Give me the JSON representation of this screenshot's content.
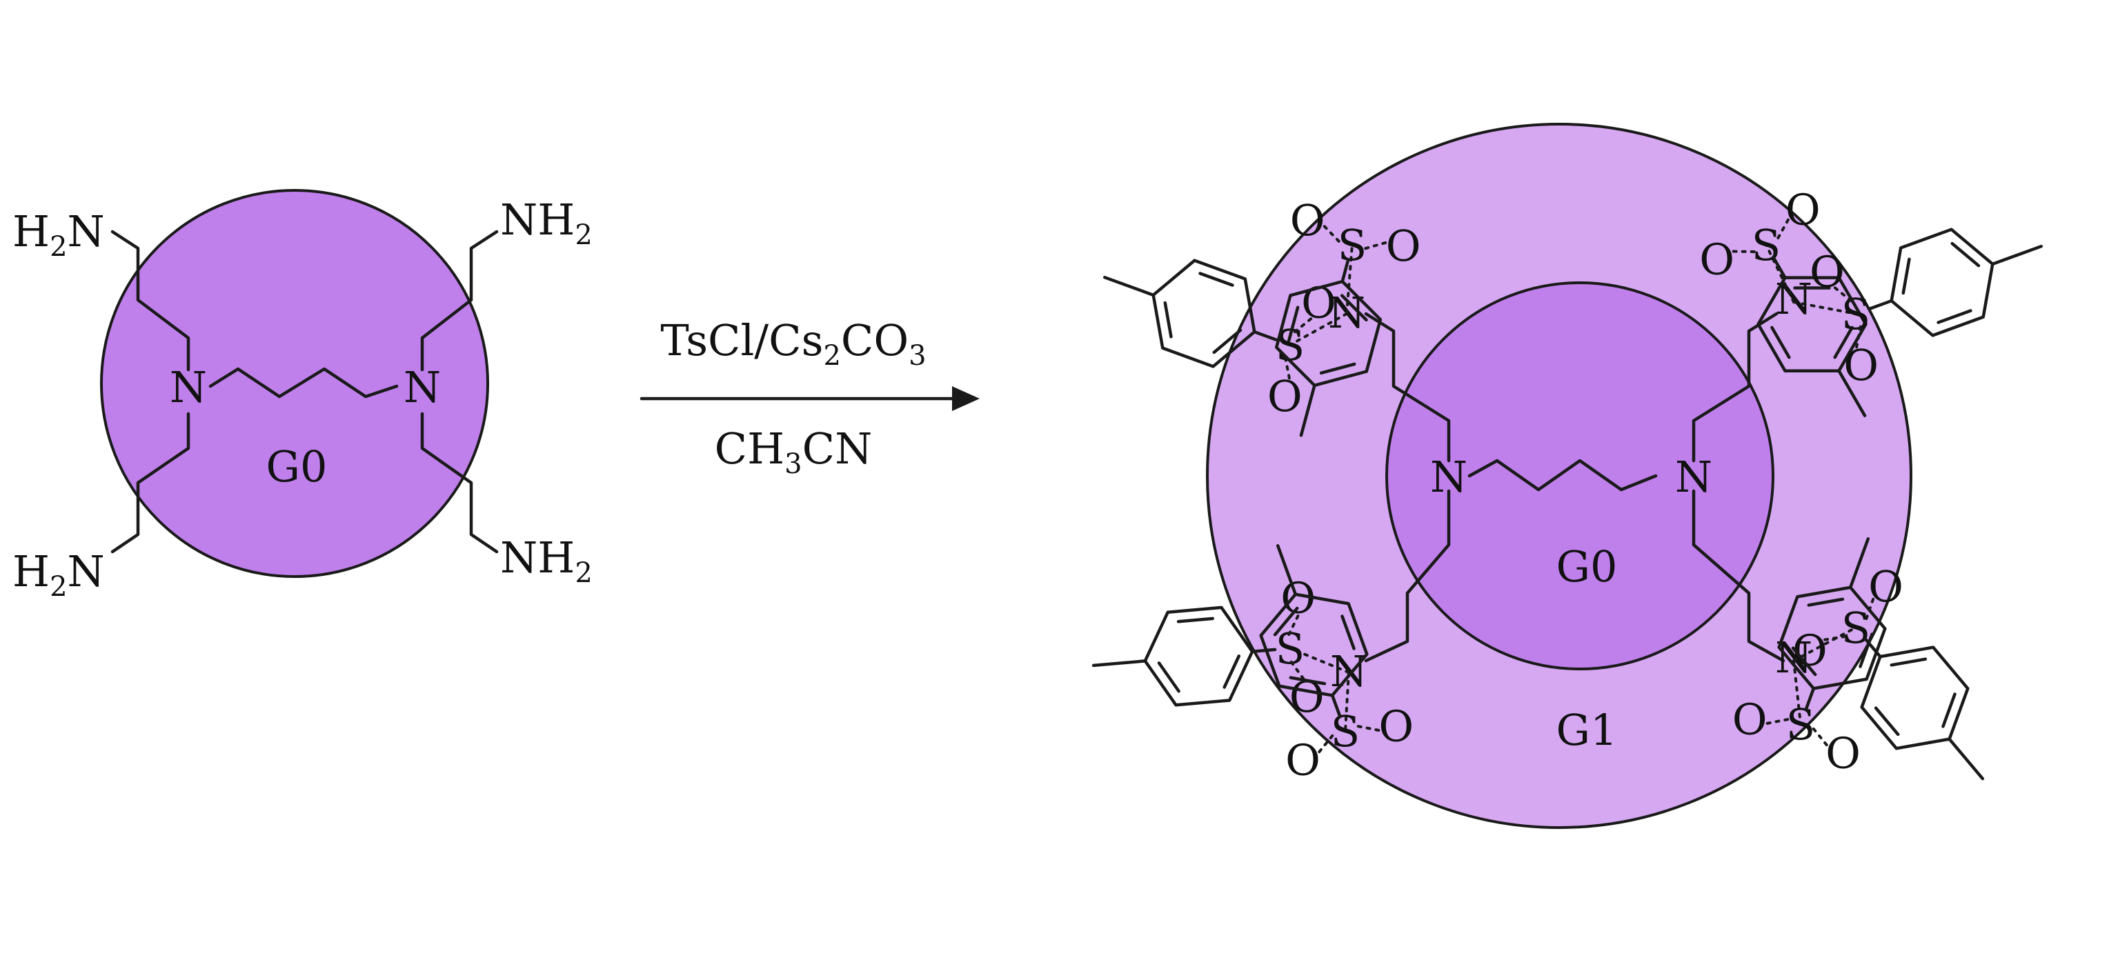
{
  "reactant": {
    "core_label": "G0",
    "amine_label": "H2N",
    "amine_label_right": "NH2",
    "nitrogen_label": "N"
  },
  "conditions": {
    "reagent": "TsCl/Cs2CO3",
    "solvent": "CH3CN"
  },
  "product": {
    "inner_label": "G0",
    "outer_label": "G1",
    "nitrogen_label": "N",
    "sulfur_label": "S",
    "oxygen_label": "O"
  },
  "colors": {
    "core_fill": "#c080ec",
    "shell_fill": "#d6a8f2",
    "line": "#1a1a1a",
    "background": "#ffffff"
  }
}
